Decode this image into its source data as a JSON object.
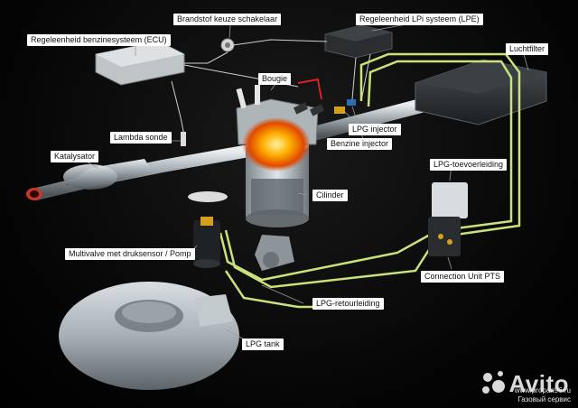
{
  "labels": {
    "ecu": "Regeleenheid benzinesysteem (ECU)",
    "switch": "Brandstof  keuze schakelaar",
    "lpe": "Regeleenheid LPi systeem (LPE)",
    "airfilter": "Luchtfilter",
    "bougie": "Bougie",
    "lambda": "Lambda sonde",
    "lpg_injector": "LPG injector",
    "benzine_injector": "Benzine injector",
    "katalysator": "Katalysator",
    "supply_line": "LPG-toevoerleiding",
    "cilinder": "Cilinder",
    "multivalve": "Multivalve met druksensor / Pomp",
    "connection_unit": "Connection Unit PTS",
    "return_line": "LPG-retourleiding",
    "tank": "LPG tank"
  },
  "watermark": {
    "brand": "Avito",
    "site": "www.propan96.ru",
    "service": "Газовый сервис"
  },
  "colors": {
    "lpg_line": "#c9e27a",
    "wire": "#cfcfcf",
    "flame": "#ff7a00",
    "tank": "#b9c2c8"
  }
}
